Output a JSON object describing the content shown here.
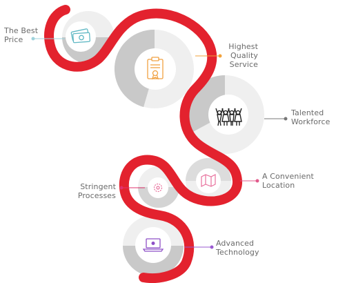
{
  "colors": {
    "ribbon": "#e3222e",
    "ribbon_dark": "#c11a24",
    "disc_light": "#efefef",
    "disc_mid": "#c9c9c9",
    "label_text": "#6a6a6a",
    "connector_teal": "#9fd3dc",
    "connector_orange": "#f2a23a",
    "connector_gray": "#777777",
    "connector_pink": "#e25a8b",
    "connector_magenta": "#e0326d",
    "connector_purple": "#9a5ad1",
    "icon_teal": "#5fb8c4",
    "icon_orange": "#f0a040",
    "icon_black": "#222222",
    "icon_pink": "#e8709c",
    "icon_purple": "#8e4fc7"
  },
  "items": [
    {
      "id": "best-price",
      "lines": [
        "The Best",
        "Price"
      ],
      "icon": "money-icon",
      "color": "connector_teal"
    },
    {
      "id": "quality",
      "lines": [
        "Highest",
        "Quality",
        "Service"
      ],
      "icon": "certificate-icon",
      "color": "connector_orange"
    },
    {
      "id": "workforce",
      "lines": [
        "Talented",
        "Workforce"
      ],
      "icon": "team-icon",
      "color": "connector_gray"
    },
    {
      "id": "location",
      "lines": [
        "A Convenient",
        "Location"
      ],
      "icon": "map-icon",
      "color": "connector_pink"
    },
    {
      "id": "processes",
      "lines": [
        "Stringent",
        "Processes"
      ],
      "icon": "gear-icon",
      "color": "connector_magenta"
    },
    {
      "id": "technology",
      "lines": [
        "Advanced",
        "Technology"
      ],
      "icon": "laptop-icon",
      "color": "connector_purple"
    }
  ]
}
